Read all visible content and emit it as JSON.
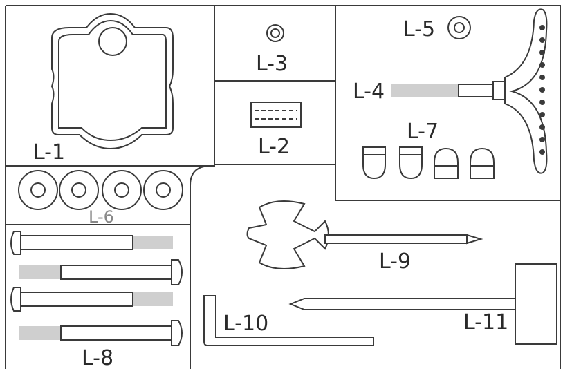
{
  "parts": [
    {
      "id": "L-1",
      "label": "L-1"
    },
    {
      "id": "L-2",
      "label": "L-2"
    },
    {
      "id": "L-3",
      "label": "L-3"
    },
    {
      "id": "L-4",
      "label": "L-4"
    },
    {
      "id": "L-5",
      "label": "L-5"
    },
    {
      "id": "L-6",
      "label": "L-6"
    },
    {
      "id": "L-7",
      "label": "L-7"
    },
    {
      "id": "L-8",
      "label": "L-8"
    },
    {
      "id": "L-9",
      "label": "L-9"
    },
    {
      "id": "L-10",
      "label": "L-10"
    },
    {
      "id": "L-11",
      "label": "L-11"
    }
  ]
}
